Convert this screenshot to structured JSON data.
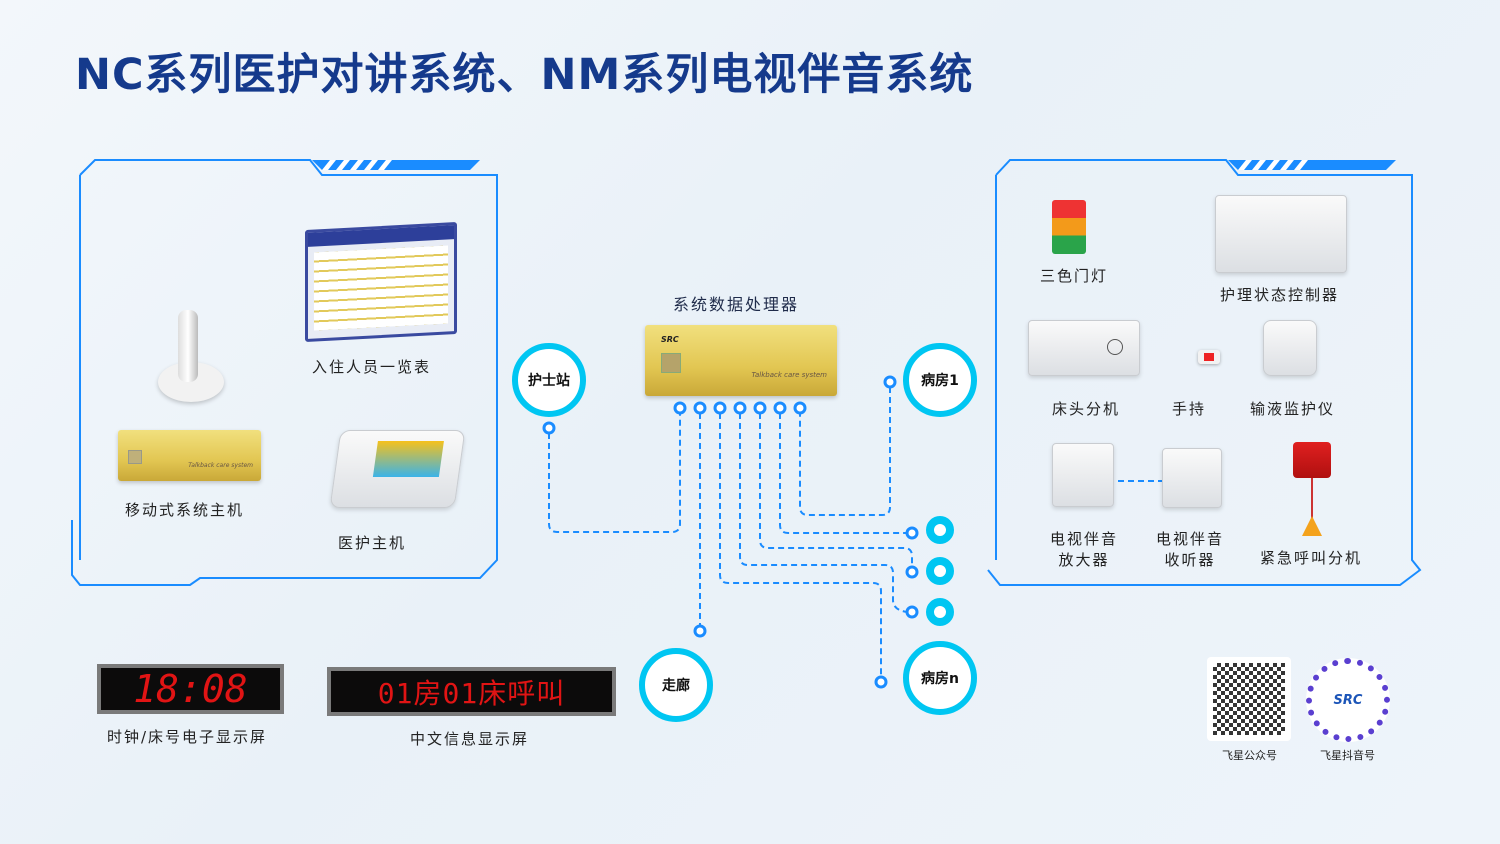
{
  "title": "NC系列医护对讲系统、NM系列电视伴音系统",
  "left_panel": {
    "items": [
      {
        "label": "入住人员一览表"
      },
      {
        "label": "移动式系统主机"
      },
      {
        "label": "医护主机"
      }
    ]
  },
  "center": {
    "processor_label": "系统数据处理器",
    "processor_brand": "SRC",
    "processor_script": "Talkback care system",
    "mobile_host_script": "Talkback care system",
    "nodes": {
      "nurse": "护士站",
      "ward1": "病房1",
      "corridor": "走廊",
      "wardn": "病房n"
    }
  },
  "right_panel": {
    "items": [
      {
        "label": "三色门灯"
      },
      {
        "label": "护理状态控制器"
      },
      {
        "label": "床头分机"
      },
      {
        "label": "手持"
      },
      {
        "label": "输液监护仪"
      },
      {
        "line1": "电视伴音",
        "line2": "放大器"
      },
      {
        "line1": "电视伴音",
        "line2": "收听器"
      },
      {
        "label": "紧急呼叫分机"
      }
    ]
  },
  "displays": {
    "clock_value": "18:08",
    "clock_label": "时钟/床号电子显示屏",
    "text_value": "01房01床呼叫",
    "text_label": "中文信息显示屏"
  },
  "qr": {
    "wechat": "飞星公众号",
    "douyin": "飞星抖音号",
    "logo": "SRC"
  },
  "colors": {
    "title": "#153a8c",
    "accent": "#00c6f2",
    "line": "#1a8cff"
  }
}
